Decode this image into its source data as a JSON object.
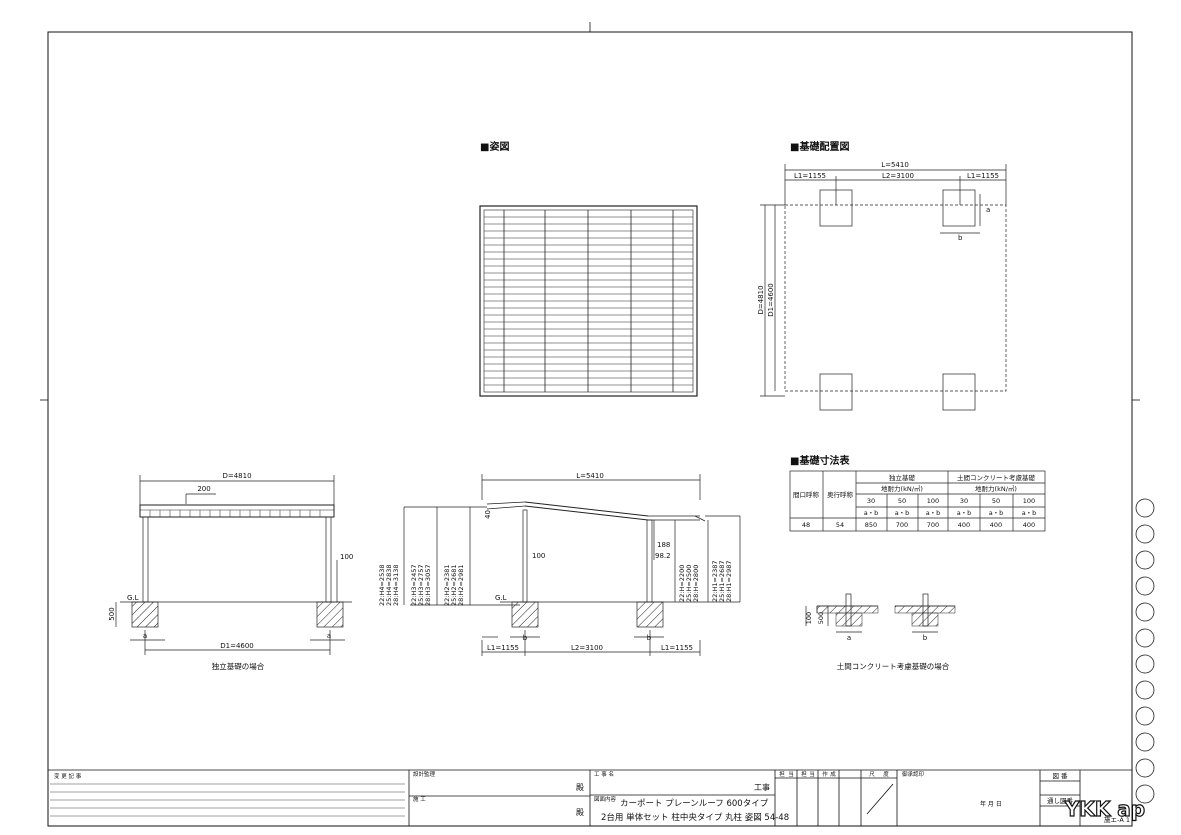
{
  "headings": {
    "elevation": "■姿図",
    "foundation_layout": "■基礎配置図",
    "foundation_table": "■基礎寸法表"
  },
  "plan_dims": {
    "L": "L=5410",
    "L1_left": "L1=1155",
    "L2": "L2=3100",
    "L1_right": "L1=1155",
    "D": "D=4810",
    "D1": "D1=4600",
    "a": "a",
    "b": "b"
  },
  "side_view": {
    "D": "D=4810",
    "dim_200": "200",
    "dim_100": "100",
    "gl": "G.L",
    "dim_500": "500",
    "a_left": "a",
    "a_right": "a",
    "D1": "D1=4600",
    "caption": "独立基礎の場合"
  },
  "front_view": {
    "L": "L=5410",
    "dim_40": "40",
    "dim_100": "100",
    "gl": "G.L",
    "dim_188": "188",
    "dim_98": "98.2",
    "left_heights_1": [
      "22:H4=2538",
      "25:H4=2838",
      "28:H4=3138"
    ],
    "left_heights_2": [
      "22:H3=2457",
      "25:H3=2757",
      "28:H3=3057"
    ],
    "left_heights_3": [
      "22:H2=2381",
      "25:H2=2681",
      "28:H2=2981"
    ],
    "right_heights_1": [
      "22:H=2200",
      "25:H=2500",
      "28:H=2800"
    ],
    "right_heights_2": [
      "22:H1=2387",
      "25:H1=2687",
      "28:H1=2987"
    ],
    "b_left": "b",
    "b_right": "b",
    "L1_left": "L1=1155",
    "L2": "L2=3100",
    "L1_right": "L1=1155"
  },
  "table": {
    "col_open": "間口呼称",
    "col_depth": "奥行呼称",
    "group_indep": "独立基礎",
    "group_concrete": "土間コンクリート考慮基礎",
    "bearing": "地耐力(kN/㎡)",
    "bearing_values": [
      "30",
      "50",
      "100",
      "30",
      "50",
      "100"
    ],
    "ab_label": "a・b",
    "row": {
      "open": "48",
      "depth": "54",
      "values": [
        "850",
        "700",
        "700",
        "400",
        "400",
        "400"
      ]
    }
  },
  "concrete_detail": {
    "dim_100": "100",
    "dim_500": "500",
    "a": "a",
    "b": "b",
    "caption": "土間コンクリート考慮基礎の場合"
  },
  "title_block": {
    "revision": "変 更 記 事",
    "design_supervisor": "設計監理",
    "contractor": "施 工",
    "dono": "殿",
    "project_name_label": "工 事 名",
    "project_suffix": "工事",
    "drawing_content_label": "図面内容",
    "drawing_title_1": "カーポート プレーンルーフ 600タイプ",
    "drawing_title_2": "2台用 単体セット 柱中央タイプ 丸柱 姿図 54-48",
    "cols": [
      "担",
      "当",
      "担",
      "当",
      "作",
      "成",
      "尺",
      "度"
    ],
    "approval_label": "御承認印",
    "date": "年     月     日",
    "drawing_no_label": "図 番",
    "serial_label": "通し図番",
    "logo": "YKK ap",
    "sheet_no": "施エ-A 1"
  }
}
